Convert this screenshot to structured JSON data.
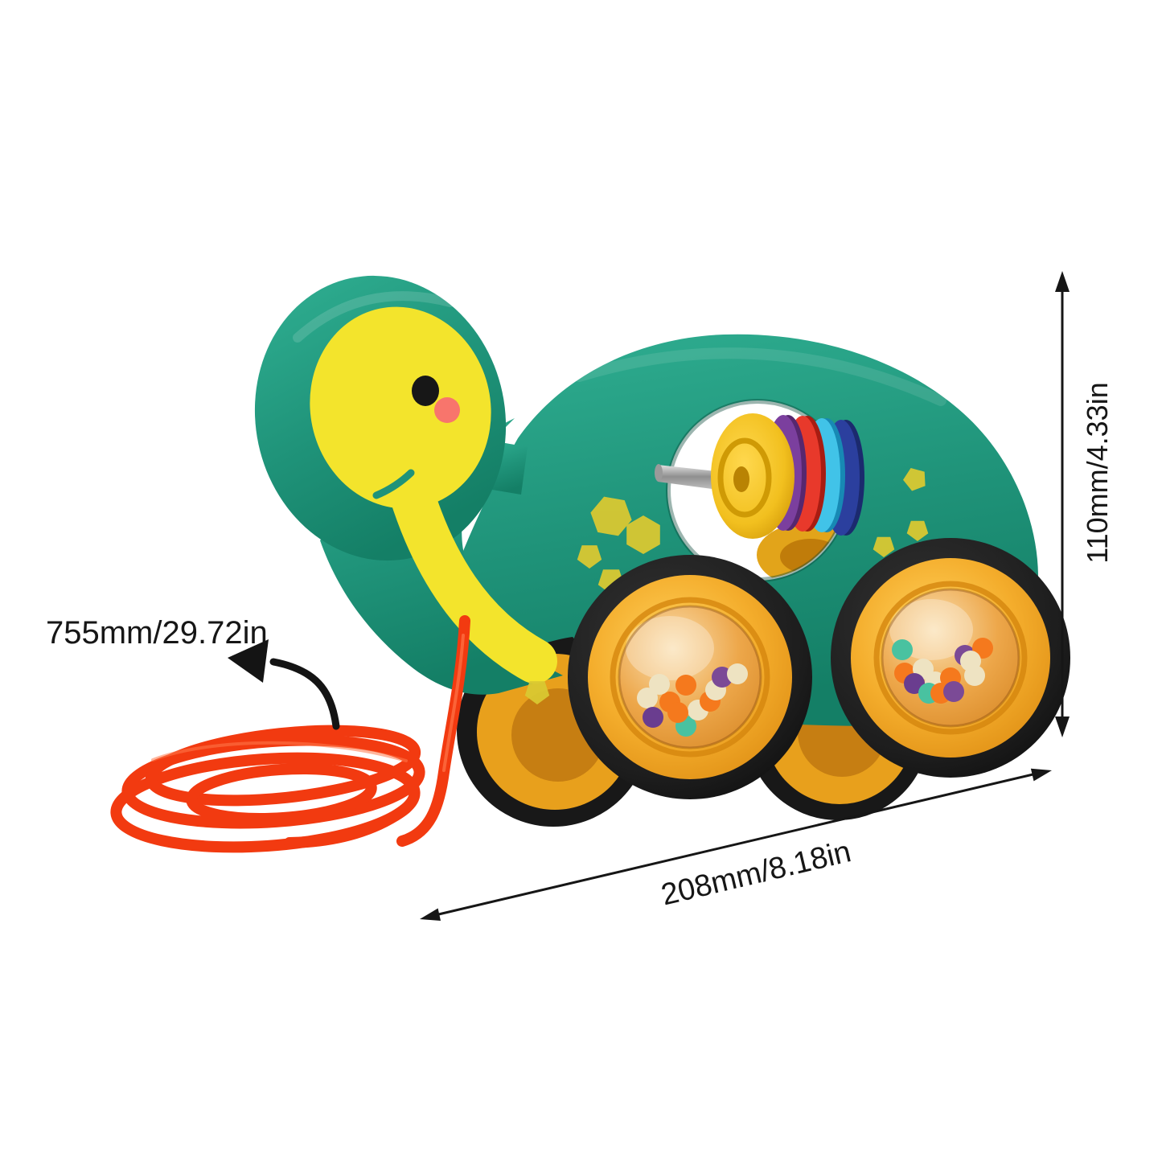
{
  "image": {
    "type": "product-dimension-photo",
    "subject": "Pull-along turtle toy with abacus rings, rattle-bead wheels and a red pull string",
    "background": "#ffffff"
  },
  "annotations": {
    "string_length_label": "755mm/29.72in",
    "height_label": "110mm/4.33in",
    "length_label": "208mm/8.18in"
  },
  "colors": {
    "body_green": "#1f9379",
    "body_green_light": "#2fae91",
    "body_green_dark": "#147f66",
    "face_yellow": "#f3e42c",
    "spot_yellow": "#d9c832",
    "eye_black": "#171717",
    "cheek_pink": "#f8756c",
    "mouth_green": "#1f9379",
    "wheel_rim_yellow": "#f4ad2c",
    "wheel_tire_black": "#1d1d1d",
    "window_amber": "#eda74a",
    "axle_silver": "#b9b9b9",
    "abacus_disc_yellow": "#f2c01f",
    "ring_purple": "#7b3f9e",
    "ring_red": "#e8392b",
    "ring_cyan": "#41c3e8",
    "ring_blue": "#2b3f9e",
    "bead_cream": "#eee3c2",
    "bead_orange": "#f5791d",
    "bead_purple": "#7b4a96",
    "bead_teal": "#49c2a0",
    "string_red": "#f23a10",
    "dimension_black": "#161616"
  }
}
